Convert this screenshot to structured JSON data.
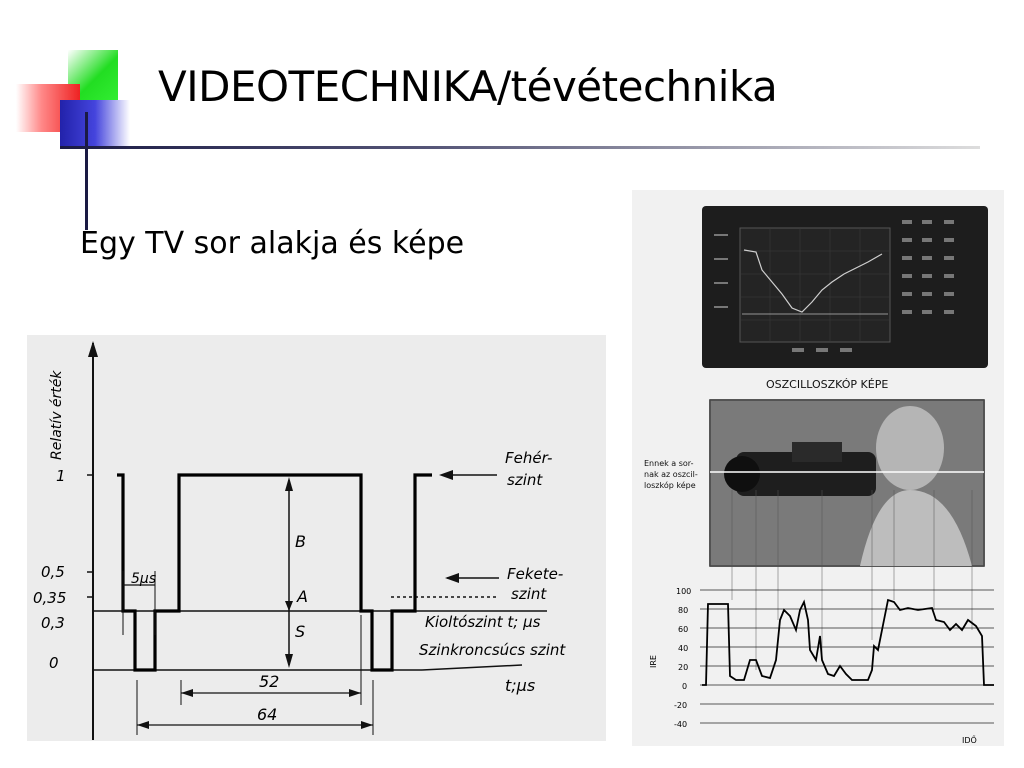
{
  "slide": {
    "title": "VIDEOTECHNIKA/tévétechnika",
    "subtitle": "Egy TV sor alakja és képe"
  },
  "left_diagram": {
    "y_axis_label": "Relatív érték",
    "y_ticks": [
      "1",
      "0,5",
      "0,35",
      "0,3",
      "0"
    ],
    "labels": {
      "feher": "Fehér-",
      "szint1": "szint",
      "fekete": "Fekete-",
      "szint2": "szint",
      "kiolto": "Kioltószint t; μs",
      "szinkron": "Szinkroncsúcs szint",
      "B": "B",
      "A": "A",
      "S": "S",
      "five_us": "5μs",
      "fifty_two": "52",
      "sixty_four": "64",
      "t_us": "t;μs"
    }
  },
  "right_panel": {
    "caption": "OSZCILLOSZKÓP KÉPE",
    "side_note": [
      "Ennek a sor-",
      "nak az oszcil-",
      "loszkóp képe"
    ],
    "ire_label": "IRE",
    "ido_label": "IDŐ",
    "ire_ticks": [
      "100",
      "80",
      "60",
      "40",
      "20",
      "0",
      "-20",
      "-40"
    ]
  },
  "colors": {
    "deco_green": "#22dd22",
    "deco_red": "#ee3333",
    "deco_blue": "#3333cc"
  }
}
